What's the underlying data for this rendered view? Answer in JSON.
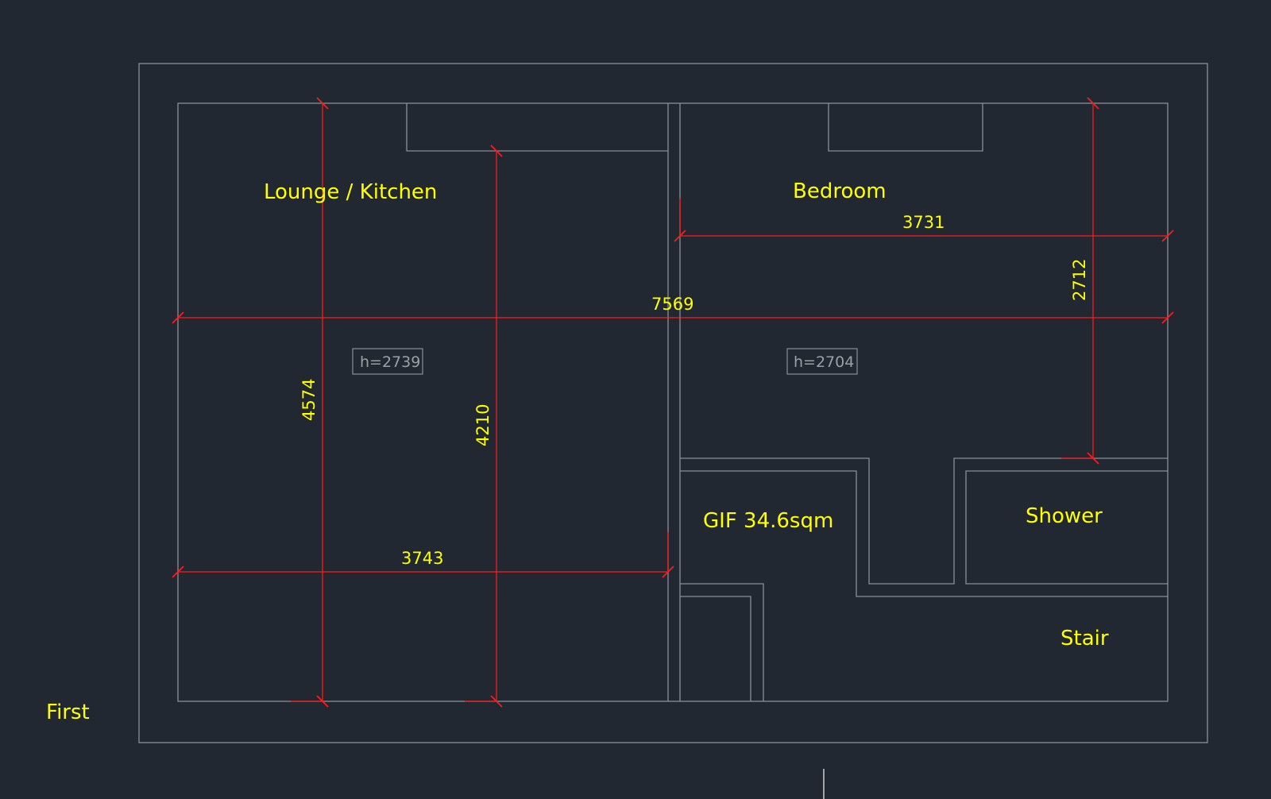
{
  "sheet_label": "First",
  "rooms": {
    "lounge_kitchen": "Lounge / Kitchen",
    "bedroom": "Bedroom",
    "gif": "GIF 34.6sqm",
    "shower": "Shower",
    "stair": "Stair"
  },
  "dimensions": {
    "overall_width": "7569",
    "lounge_width": "3743",
    "bedroom_width": "3731",
    "lounge_depth": "4574",
    "lounge_depth_inner": "4210",
    "bedroom_depth": "2712"
  },
  "heights": {
    "lounge": "h=2739",
    "bedroom": "h=2704"
  },
  "colors": {
    "background": "#222831",
    "walls": "#8a8f96",
    "dimension_lines": "#ff1a1a",
    "labels": "#ffff00"
  }
}
